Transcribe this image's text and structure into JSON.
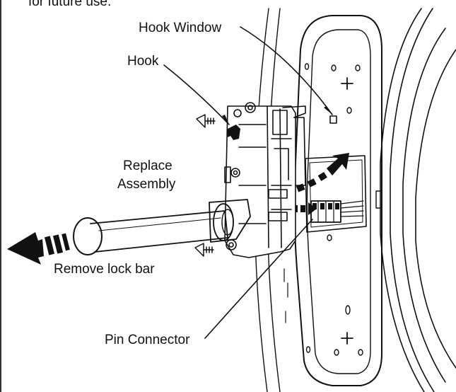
{
  "header_text": "for future use.",
  "labels": {
    "hook_window": "Hook Window",
    "hook": "Hook",
    "replace_line1": "Replace",
    "replace_line2": "Assembly",
    "remove_lock_bar": "Remove lock bar",
    "pin_connector": "Pin Connector"
  }
}
